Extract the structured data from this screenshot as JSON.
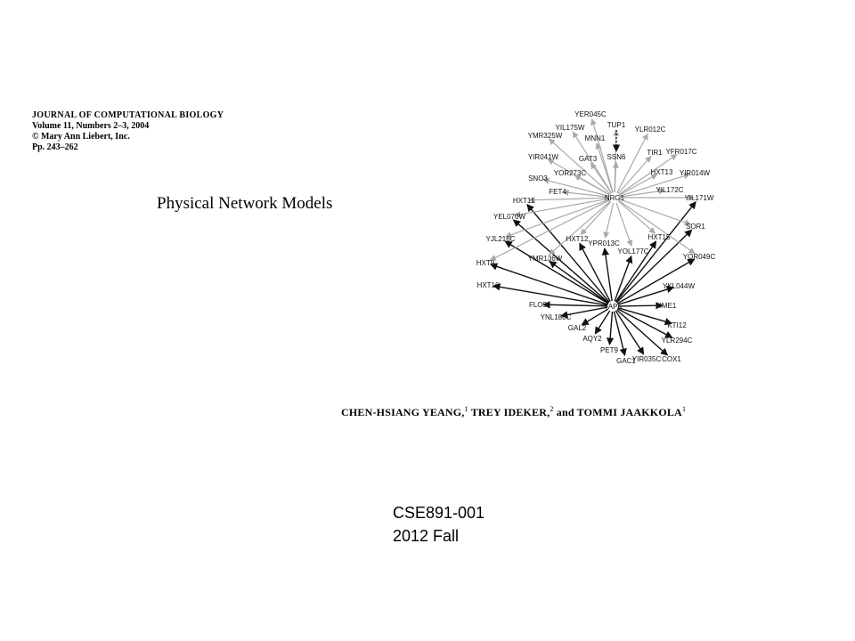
{
  "journal": {
    "name": "JOURNAL OF COMPUTATIONAL BIOLOGY",
    "volume": "Volume 11, Numbers 2–3, 2004",
    "copyright": "© Mary Ann Liebert, Inc.",
    "pages": "Pp. 243–262"
  },
  "paper_title": "Physical Network Models",
  "authors": [
    {
      "name": "CHEN-HSIANG YEANG,",
      "sup": "1"
    },
    {
      "name": "TREY IDEKER,",
      "sup": "2"
    },
    {
      "name": "and TOMMI JAAKKOLA",
      "sup": "1"
    }
  ],
  "course": {
    "code": "CSE891-001",
    "term": "2012 Fall"
  },
  "network": {
    "colors": {
      "gray_edge": "#aaaaaa",
      "black_edge": "#111111"
    },
    "hubs": [
      "NRG1",
      "YAP6"
    ],
    "nodes": [
      "YER045C",
      "TUP1",
      "YIL175W",
      "MNN1",
      "YLR012C",
      "YMR325W",
      "SSN6",
      "GAT3",
      "YIR041W",
      "TIR1",
      "YFR017C",
      "YOR273C",
      "HXT13",
      "YIR014W",
      "SNO3",
      "FET4",
      "YIL172C",
      "YIL171W",
      "HXT11",
      "YEL070W",
      "SOR1",
      "YJL216C",
      "HXT12",
      "YPR013C",
      "HXT15",
      "YOL177C",
      "HXT9",
      "YMR136W",
      "YOR049C",
      "HXT16",
      "YKL044W",
      "FLO9",
      "IME1",
      "YNL180C",
      "GAL2",
      "KTI12",
      "AQY2",
      "YLR294C",
      "PET9",
      "GAC1",
      "YIR035C",
      "COX1"
    ]
  }
}
